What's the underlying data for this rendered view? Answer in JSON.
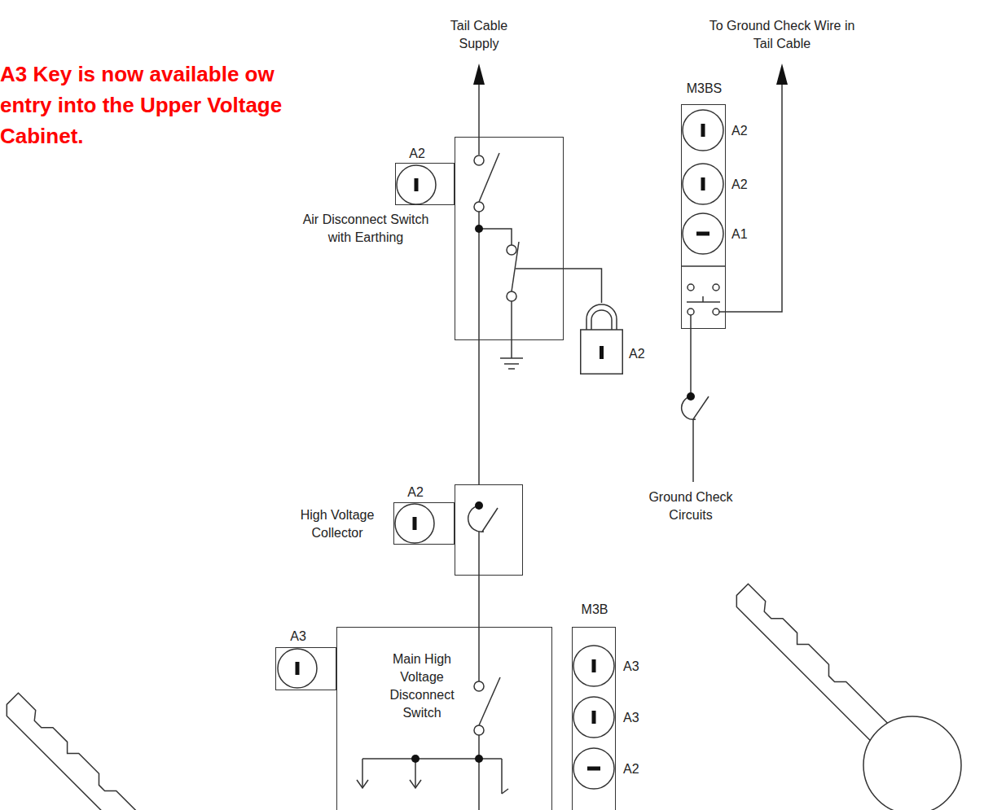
{
  "diagram": {
    "nodes": [
      {
        "text": [
          "Air Disconnect Switch with Earthing"
        ]
      },
      {
        "text": [
          "A2"
        ]
      },
      {
        "text": [
          "A2"
        ]
      },
      {
        "text": [
          "High Voltage Collector"
        ]
      },
      {
        "text": [
          "A2"
        ]
      },
      {
        "text": [
          "Main High Voltage Disconnect Switch"
        ]
      },
      {
        "text": [
          "A3"
        ]
      },
      {
        "text": [
          "M3BS",
          "A2",
          "A2",
          "A1"
        ]
      },
      {
        "text": [
          "M3B",
          "A3",
          "A3",
          "A2"
        ]
      }
    ],
    "edges": [
      {
        "from": 0,
        "to": 2,
        "arrow": "none"
      },
      {
        "from": 0,
        "to": 3,
        "arrow": "none"
      },
      {
        "from": 3,
        "to": 5,
        "arrow": "none"
      }
    ],
    "labels": [
      "A3 Key is now available ow entry into the Upper Voltage Cabinet.",
      "Tail Cable Supply",
      "To Ground Check Wire in Tail Cable",
      "Ground Check Circuits"
    ]
  }
}
